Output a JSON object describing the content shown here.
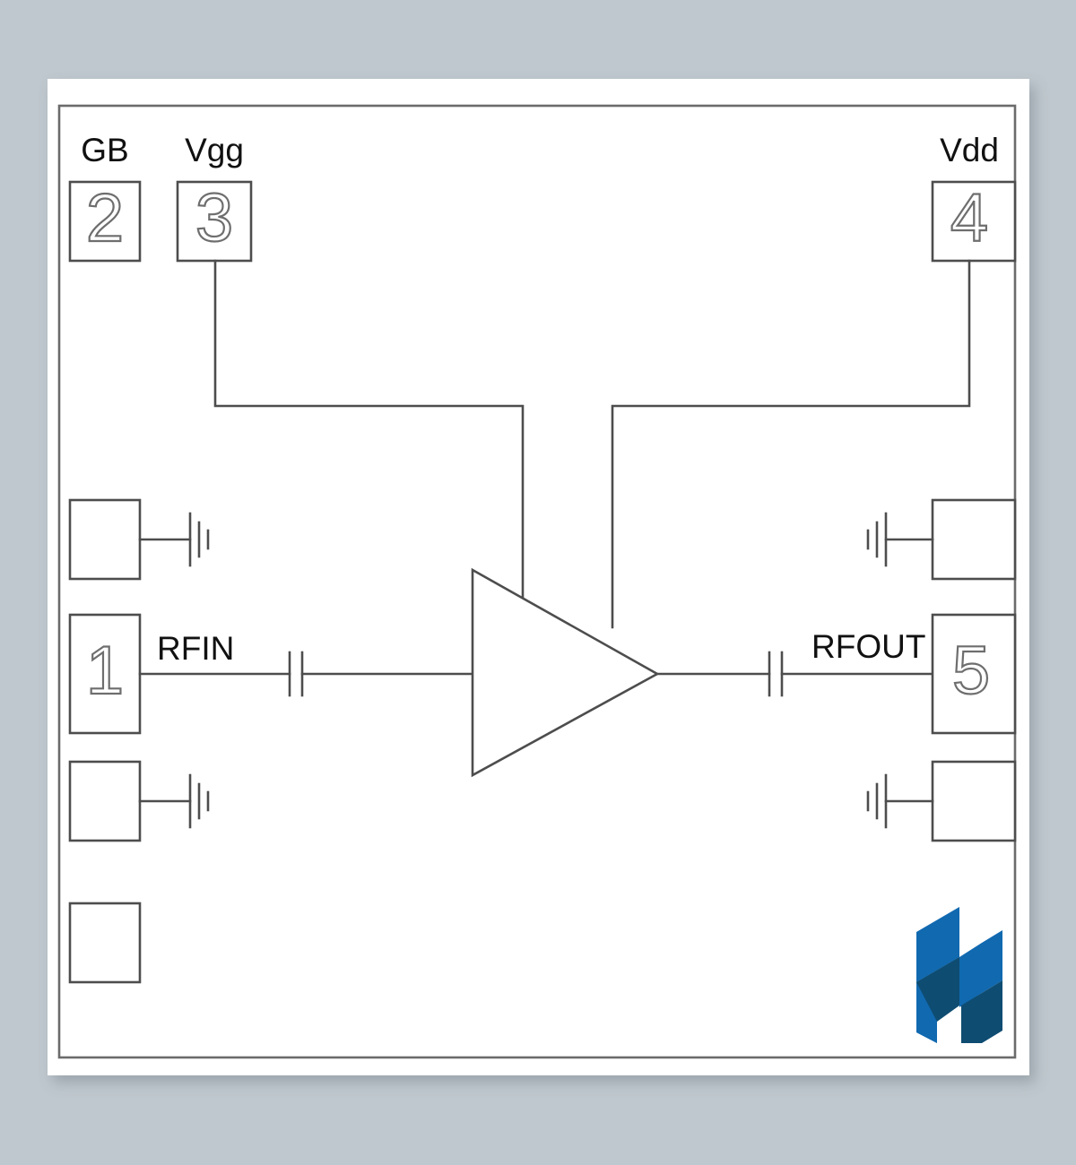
{
  "diagram": {
    "title": "RF Amplifier Functional Schematic",
    "background_color": "#bfc8ce",
    "card_color": "#ffffff",
    "line_color": "#4d4d4d"
  },
  "pin_labels": {
    "gb": "GB",
    "vgg": "Vgg",
    "vdd": "Vdd"
  },
  "signal_labels": {
    "rfin": "RFIN",
    "rfout": "RFOUT"
  },
  "pads": {
    "pad1": "1",
    "pad2": "2",
    "pad3": "3",
    "pad4": "4",
    "pad5": "5"
  },
  "components": {
    "amplifier": "amplifier-triangle",
    "input_capacitor": "dc-block-capacitor",
    "output_capacitor": "dc-block-capacitor",
    "ground_symbols": 4
  },
  "logo": {
    "name": "macom-logo",
    "color_light": "#1169b0",
    "color_dark": "#0e4c72"
  }
}
